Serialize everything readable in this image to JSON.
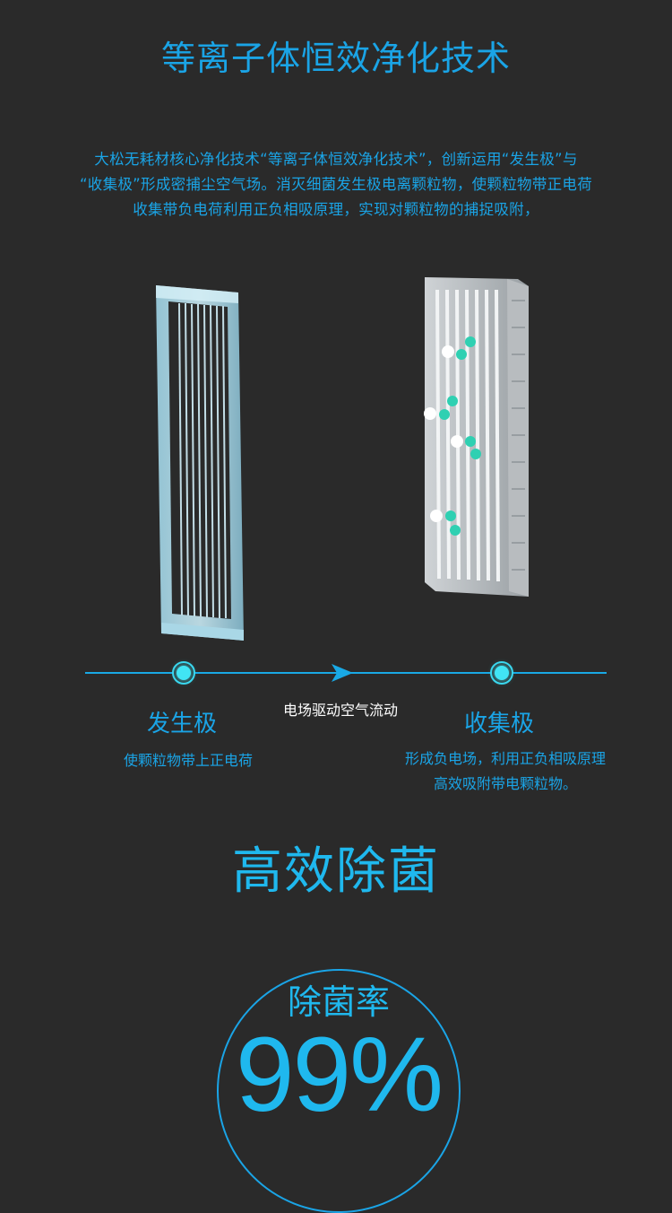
{
  "header": {
    "title": "等离子体恒效净化技术"
  },
  "intro": {
    "lines": [
      "大松无耗材核心净化技术“等离子体恒效净化技术”，创新运用“发生极”与",
      "“收集极”形成密捕尘空气场。消灭细菌发生极电离颗粒物，使颗粒物带正电荷",
      "收集带负电荷利用正负相吸原理，实现对颗粒物的捕捉吸附，"
    ]
  },
  "diagram": {
    "flow_label": "电场驱动空气流动",
    "left_pole": {
      "name": "发生极",
      "desc_lines": [
        "使颗粒物带上正电荷"
      ]
    },
    "right_pole": {
      "name": "收集极",
      "desc_lines": [
        "形成负电场，利用正负相吸原理",
        "高效吸附带电颗粒物。"
      ]
    },
    "line_color": "#19a9e5",
    "node_color": "#41e4f4"
  },
  "headline": {
    "text": "高效除菌"
  },
  "rate": {
    "label": "除菌率",
    "value": "99%"
  },
  "colors": {
    "background": "#2a2a2a",
    "accent": "#1aa4e6"
  }
}
